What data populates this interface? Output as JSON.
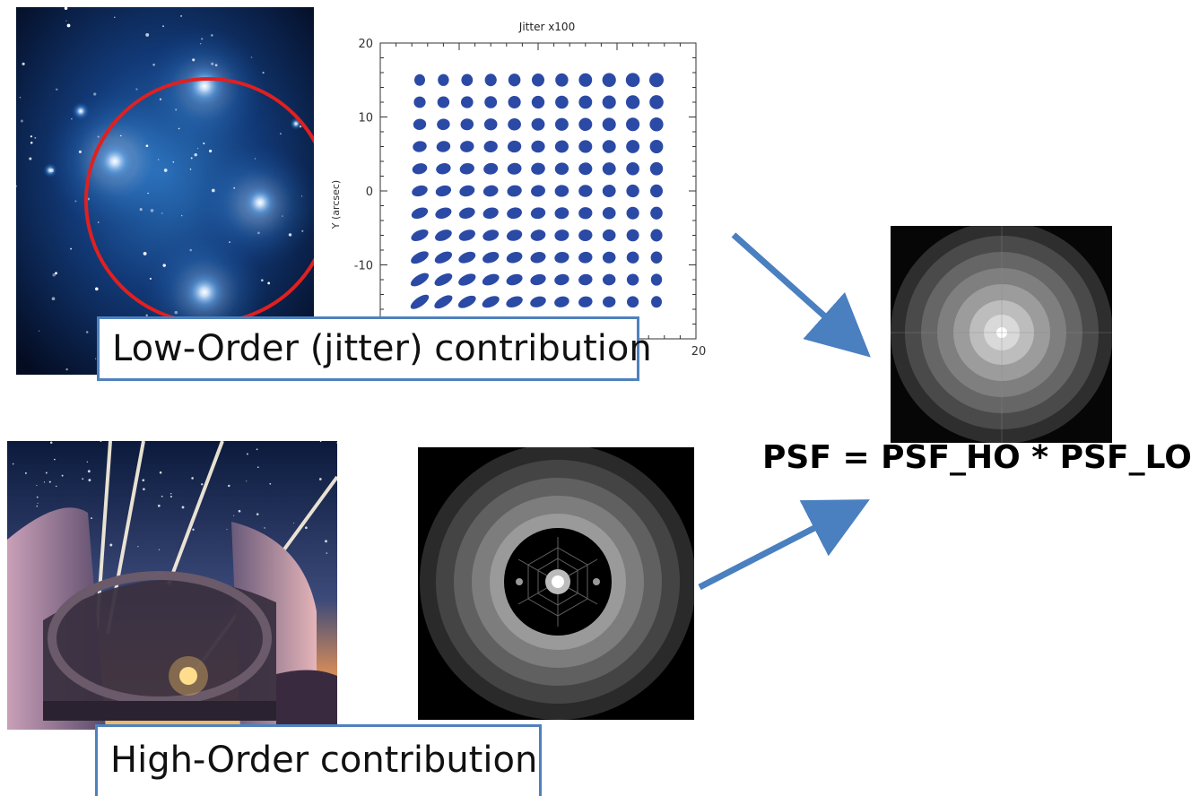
{
  "low_order": {
    "callout_label": "Low-Order (jitter) contribution",
    "chart": {
      "title": "Jitter x100",
      "y_axis_label": "Y (arcsec)",
      "y_ticks": [
        "20",
        "10",
        "0",
        "-10"
      ],
      "x_tick_visible": "20"
    }
  },
  "high_order": {
    "callout_label": "High-Order contribution"
  },
  "equation": "PSF = PSF_HO * PSF_LO",
  "colors": {
    "arrow": "#4a7fc0",
    "callout_border": "#4f81bd",
    "ellipse_fill": "#2b4aa6",
    "star_ring": "#e02020"
  },
  "chart_data": {
    "type": "scatter",
    "title": "Jitter x100",
    "xlabel": "",
    "ylabel": "Y (arcsec)",
    "xlim": [
      -20,
      20
    ],
    "ylim": [
      -20,
      20
    ],
    "x": [
      -15,
      -12,
      -9,
      -6,
      -3,
      0,
      3,
      6,
      9,
      12,
      15
    ],
    "y": [
      15,
      12,
      9,
      6,
      3,
      0,
      -3,
      -6,
      -9,
      -12,
      -15
    ],
    "marker": "ellipse"
  }
}
